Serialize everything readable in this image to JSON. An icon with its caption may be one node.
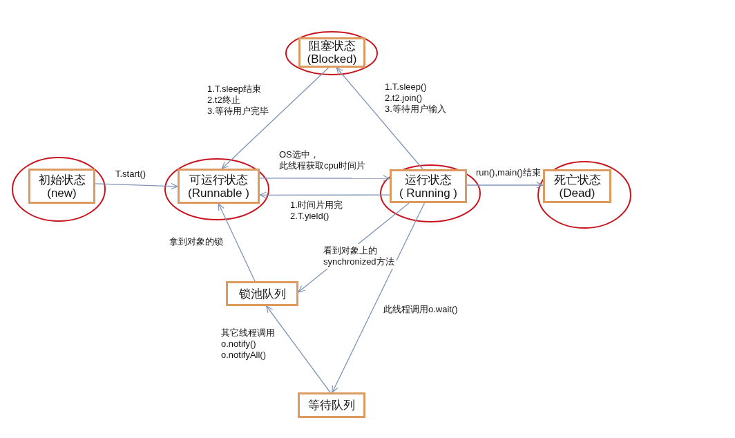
{
  "diagram": {
    "nodes": [
      {
        "text": [
          "阻塞状态",
          "(Blocked)"
        ]
      },
      {
        "text": [
          "初始状态",
          "(new)"
        ]
      },
      {
        "text": [
          "可运行状态",
          "(Runnable )"
        ]
      },
      {
        "text": [
          "运行状态",
          "( Running )"
        ]
      },
      {
        "text": [
          "死亡状态",
          "(Dead)"
        ]
      },
      {
        "text": [
          "锁池队列"
        ]
      },
      {
        "text": [
          "等待队列"
        ]
      }
    ],
    "edges": [
      {
        "from": 1,
        "to": 2,
        "arrow": "to",
        "label": "T.start()"
      },
      {
        "from": 2,
        "to": 3,
        "arrow": "to",
        "label": "OS选中，此线程获取cpu时间片"
      },
      {
        "from": 3,
        "to": 2,
        "arrow": "to",
        "label": "1.时间片用完 2.T.yield()"
      },
      {
        "from": 3,
        "to": 4,
        "arrow": "to",
        "label": "run(),main()结束"
      },
      {
        "from": 3,
        "to": 0,
        "arrow": "to",
        "label": "1.T.sleep() 2.t2.join() 3.等待用户输入"
      },
      {
        "from": 0,
        "to": 2,
        "arrow": "to",
        "label": "1.T.sleep结束 2.t2终止 3.等待用户完毕"
      },
      {
        "from": 5,
        "to": 2,
        "arrow": "to",
        "label": "拿到对象的锁"
      },
      {
        "from": 3,
        "to": 5,
        "arrow": "to",
        "label": "看到对象上的 synchronized方法"
      },
      {
        "from": 3,
        "to": 6,
        "arrow": "to",
        "label": "此线程调用o.wait()"
      },
      {
        "from": 6,
        "to": 5,
        "arrow": "to",
        "label": "其它线程调用 o.notify() o.notifyAll()"
      }
    ]
  }
}
